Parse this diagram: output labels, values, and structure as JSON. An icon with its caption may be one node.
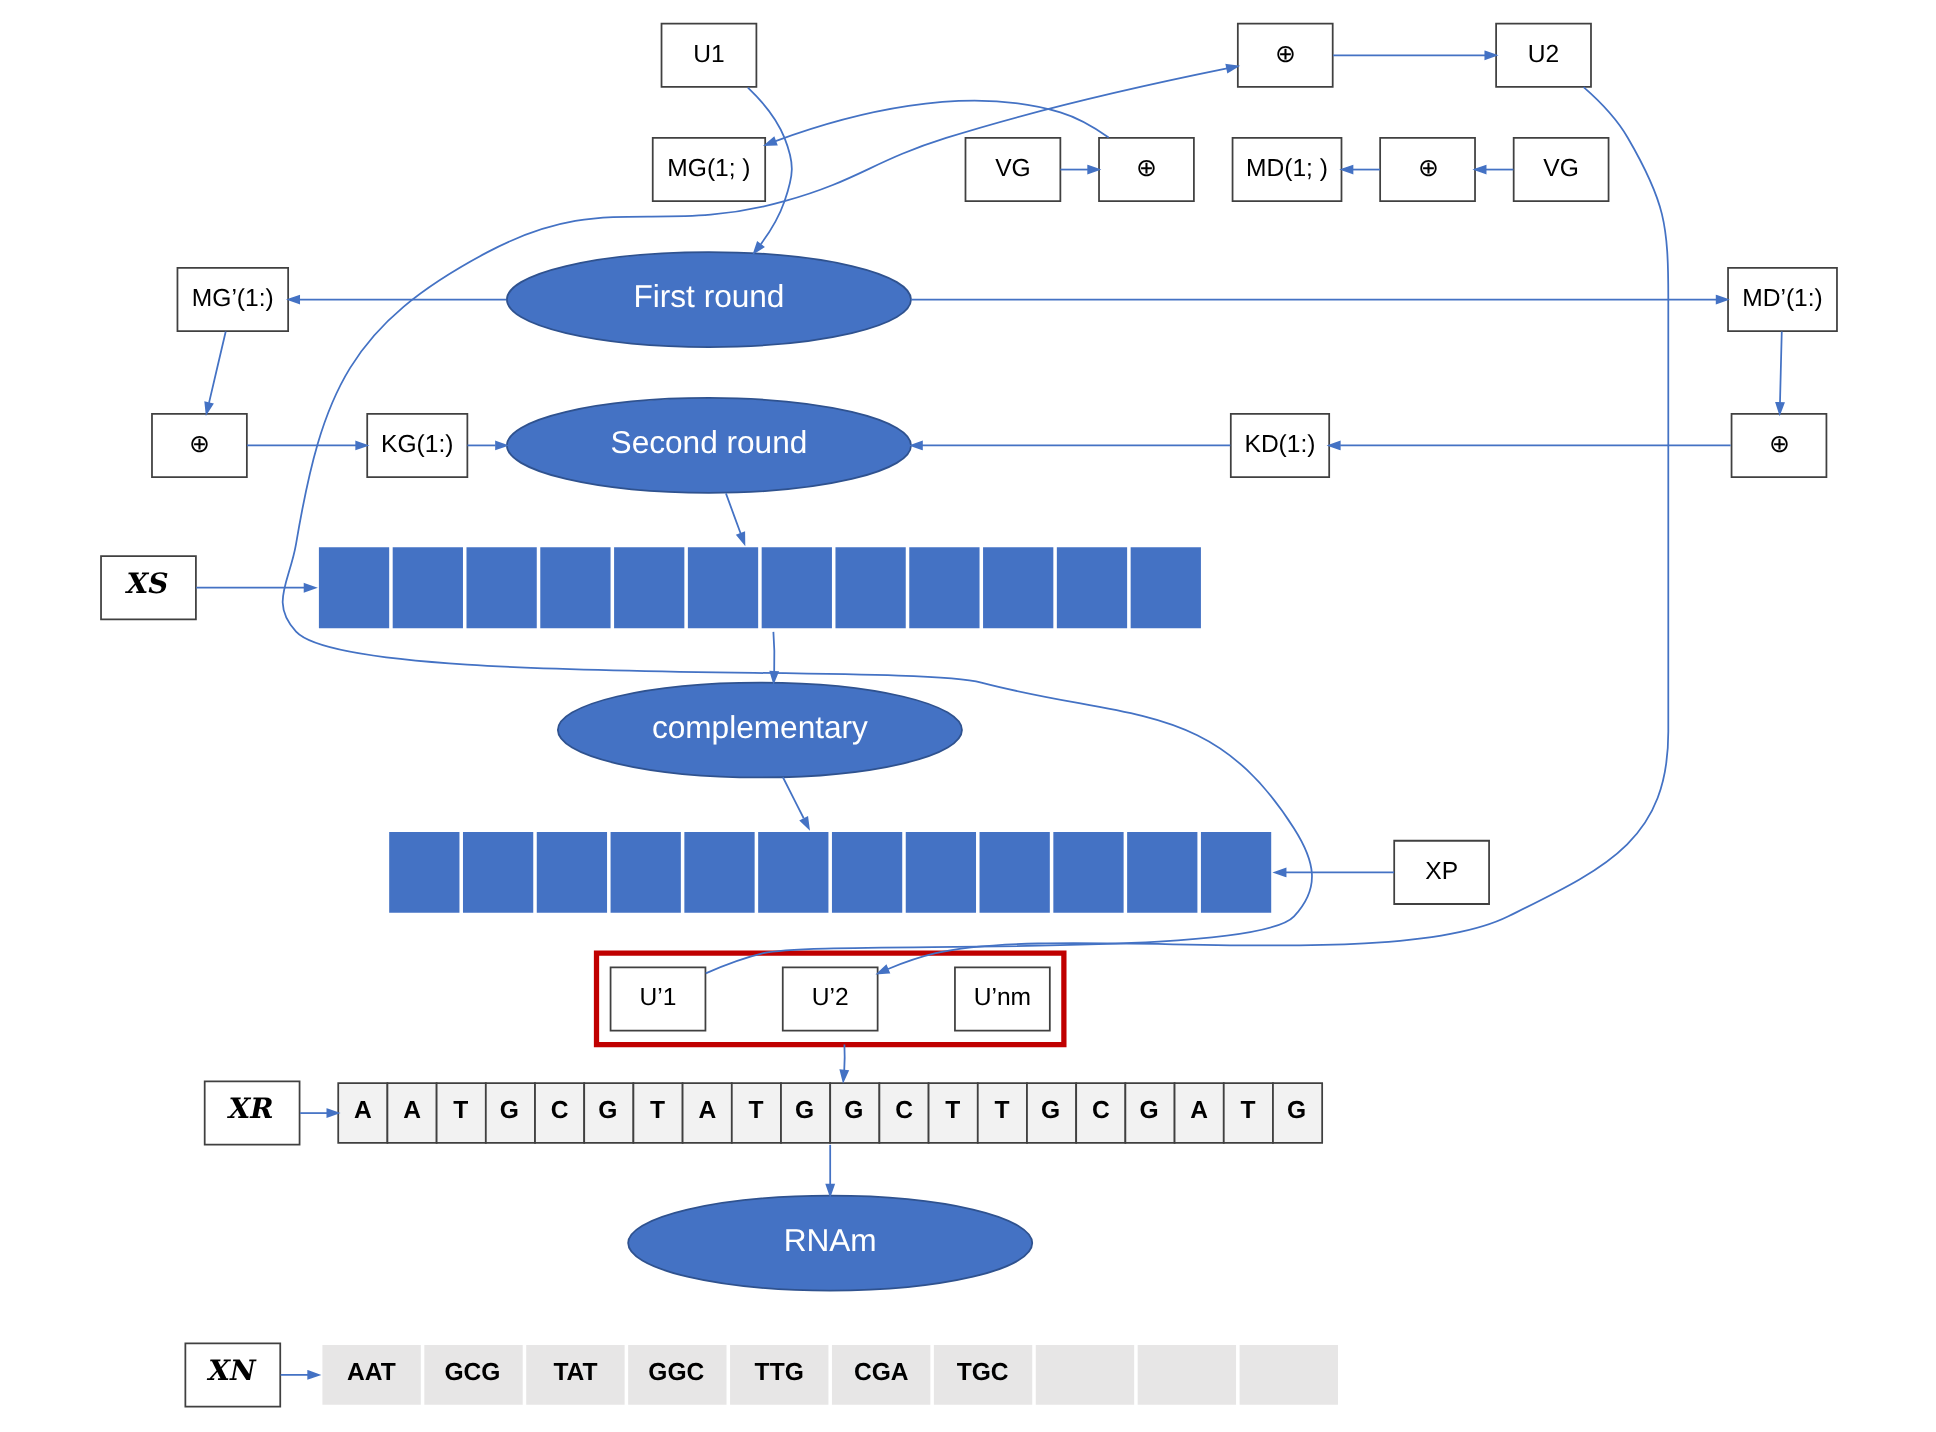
{
  "diagram": {
    "nodes": [
      {
        "text": [
          "U1"
        ]
      },
      {
        "text": [
          "VG"
        ]
      },
      {
        "text": [
          "⊕"
        ]
      },
      {
        "text": [
          "MG(1; )"
        ]
      },
      {
        "text": [
          "MD(1; )"
        ]
      },
      {
        "text": [
          "⊕"
        ]
      },
      {
        "text": [
          "VG"
        ]
      },
      {
        "text": [
          "First round"
        ]
      },
      {
        "text": [
          "MG’(1:)"
        ]
      },
      {
        "text": [
          "MD’(1:)"
        ]
      },
      {
        "text": [
          "⊕"
        ]
      },
      {
        "text": [
          "KG(1:)"
        ]
      },
      {
        "text": [
          "Second round"
        ]
      },
      {
        "text": [
          "KD(1:)"
        ]
      },
      {
        "text": [
          "⊕"
        ]
      },
      {
        "text": [
          "XS"
        ]
      },
      {
        "text": [],
        "shape": "bar"
      },
      {
        "text": [
          "complementary"
        ]
      },
      {
        "text": [
          "XP"
        ]
      },
      {
        "text": [],
        "shape": "bar"
      },
      {
        "text": [
          "⊕"
        ]
      },
      {
        "text": [
          "U2"
        ]
      },
      {
        "text": [],
        "shape": "box"
      },
      {
        "text": [
          "U’1"
        ],
        "in": 22
      },
      {
        "text": [
          "U’2"
        ],
        "in": 22
      },
      {
        "text": [
          "U’nm"
        ],
        "in": 22
      },
      {
        "text": [
          "XR"
        ]
      },
      {
        "text": [
          "A",
          "A",
          "T",
          "G",
          "C",
          "G",
          "T",
          "A",
          "T",
          "G",
          "G",
          "C",
          "T",
          "T",
          "G",
          "C",
          "G",
          "A",
          "T",
          "G"
        ]
      },
      {
        "text": [
          "RNAm"
        ]
      },
      {
        "text": [
          "XN"
        ]
      },
      {
        "text": [
          "AAT",
          "GCG",
          "TAT",
          "GGC",
          "TTG",
          "CGA",
          "TGC"
        ]
      }
    ],
    "edges": [
      {
        "from": 0,
        "to": 7,
        "arrow": "to"
      },
      {
        "from": 1,
        "to": 2,
        "arrow": "to"
      },
      {
        "from": 2,
        "to": 3,
        "arrow": "to"
      },
      {
        "from": 6,
        "to": 5,
        "arrow": "to"
      },
      {
        "from": 5,
        "to": 4,
        "arrow": "to"
      },
      {
        "from": 7,
        "to": 8,
        "arrow": "to"
      },
      {
        "from": 7,
        "to": 9,
        "arrow": "to"
      },
      {
        "from": 8,
        "to": 10,
        "arrow": "to"
      },
      {
        "from": 10,
        "to": 11,
        "arrow": "to"
      },
      {
        "from": 11,
        "to": 12,
        "arrow": "to"
      },
      {
        "from": 9,
        "to": 14,
        "arrow": "to"
      },
      {
        "from": 14,
        "to": 13,
        "arrow": "to"
      },
      {
        "from": 13,
        "to": 12,
        "arrow": "to"
      },
      {
        "from": 12,
        "to": 16,
        "arrow": "to"
      },
      {
        "from": 15,
        "to": 16,
        "arrow": "to"
      },
      {
        "from": 16,
        "to": 17,
        "arrow": "to"
      },
      {
        "from": 17,
        "to": 19,
        "arrow": "to"
      },
      {
        "from": 18,
        "to": 19,
        "arrow": "to"
      },
      {
        "from": 23,
        "to": 20,
        "arrow": "to"
      },
      {
        "from": 20,
        "to": 21,
        "arrow": "to"
      },
      {
        "from": 21,
        "to": 24,
        "arrow": "to"
      },
      {
        "from": 22,
        "to": 27,
        "arrow": "to"
      },
      {
        "from": 26,
        "to": 27,
        "arrow": "to"
      },
      {
        "from": 27,
        "to": 28,
        "arrow": "to"
      },
      {
        "from": 29,
        "to": 30,
        "arrow": "to"
      }
    ]
  }
}
